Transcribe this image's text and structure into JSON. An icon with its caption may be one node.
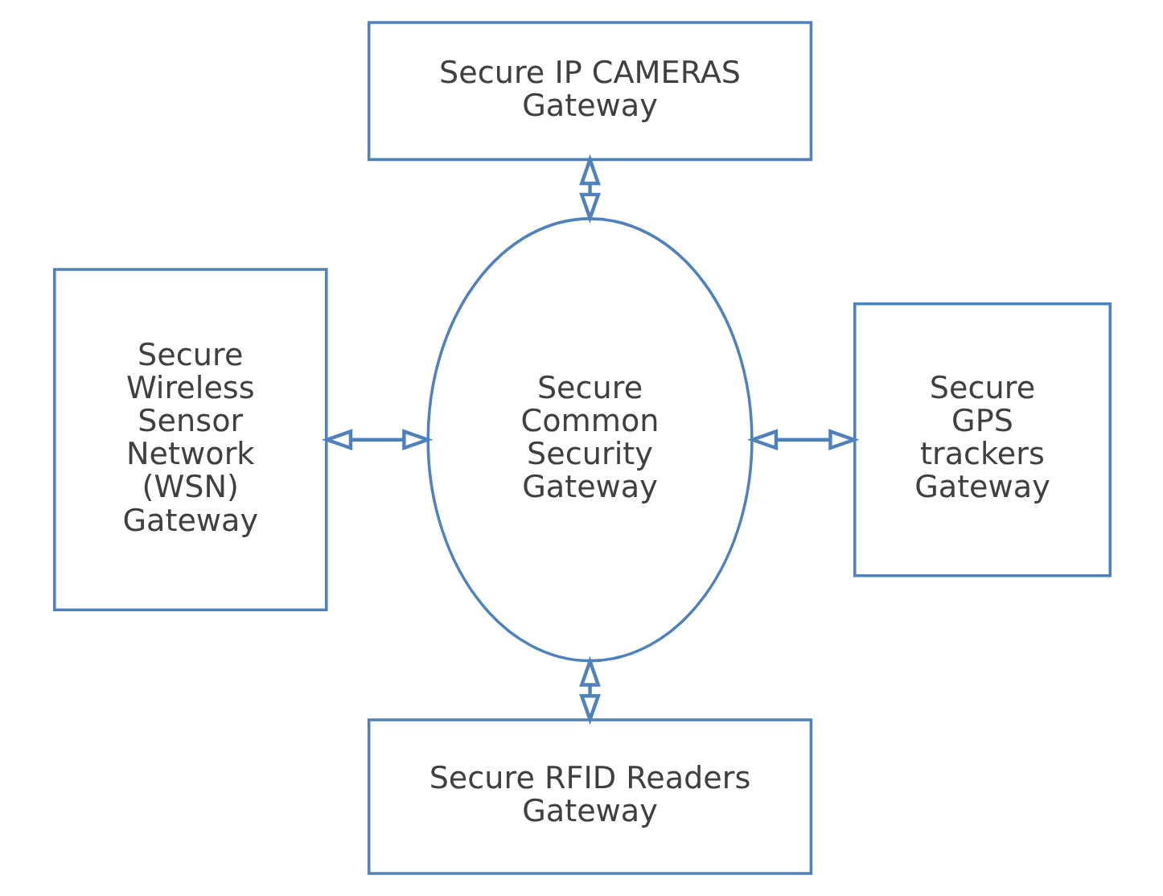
{
  "diagram": {
    "nodes": [
      {
        "text": [
          "Secure IP CAMERAS Gateway"
        ]
      },
      {
        "text": [
          "Secure Wireless Sensor Network (WSN) Gateway"
        ]
      },
      {
        "text": [
          "Secure Common Security Gateway"
        ]
      },
      {
        "text": [
          "Secure GPS trackers Gateway"
        ]
      },
      {
        "text": [
          "Secure RFID Readers Gateway"
        ]
      }
    ],
    "edges": [
      {
        "from": 0,
        "to": 2,
        "arrow": "both"
      },
      {
        "from": 1,
        "to": 2,
        "arrow": "both"
      },
      {
        "from": 2,
        "to": 3,
        "arrow": "both"
      },
      {
        "from": 2,
        "to": 4,
        "arrow": "both"
      }
    ]
  }
}
